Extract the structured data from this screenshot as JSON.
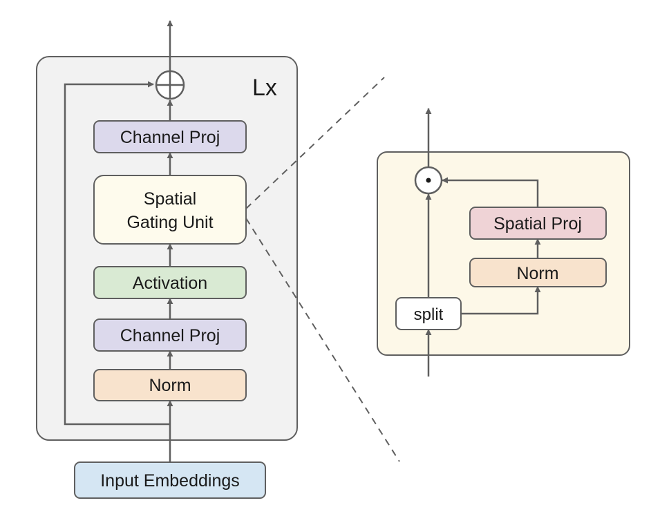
{
  "colors": {
    "stroke": "#5f5f5f",
    "outer_panel": "#f2f2f2",
    "zoom_panel": "#fdf8e8",
    "channel_proj": "#dcd9ec",
    "sgu": "#fefbed",
    "activation": "#d9ead3",
    "norm": "#f8e3cd",
    "input": "#d5e6f3",
    "spatial_proj": "#efd3d6",
    "split": "#ffffff"
  },
  "diagram": {
    "outer_block": {
      "repeat_label": "Lx",
      "add_icon": "circle-plus-icon",
      "nodes": {
        "channel_proj_top": "Channel Proj",
        "sgu_line1": "Spatial",
        "sgu_line2": "Gating Unit",
        "activation": "Activation",
        "channel_proj_bottom": "Channel Proj",
        "norm": "Norm"
      }
    },
    "input": "Input Embeddings",
    "sgu_detail": {
      "multiply_icon": "circle-dot-icon",
      "spatial_proj": "Spatial Proj",
      "norm": "Norm",
      "split": "split"
    }
  }
}
